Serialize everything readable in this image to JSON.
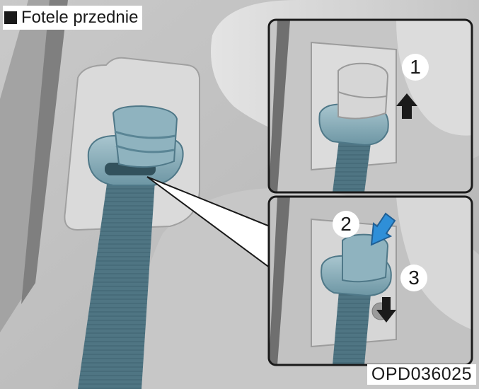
{
  "title": "Fotele przednie",
  "figure_code": "OPD036025",
  "steps": [
    "1",
    "2",
    "3"
  ],
  "colors": {
    "belt": "#4d7280",
    "anchor": "#7ca3b0",
    "trim_panel": "#d8d8d8",
    "arrow_blue": "#2f8fd8",
    "arrow_black": "#1a1a1a"
  },
  "icons": [
    "up-arrow-icon",
    "down-arrow-icon"
  ]
}
